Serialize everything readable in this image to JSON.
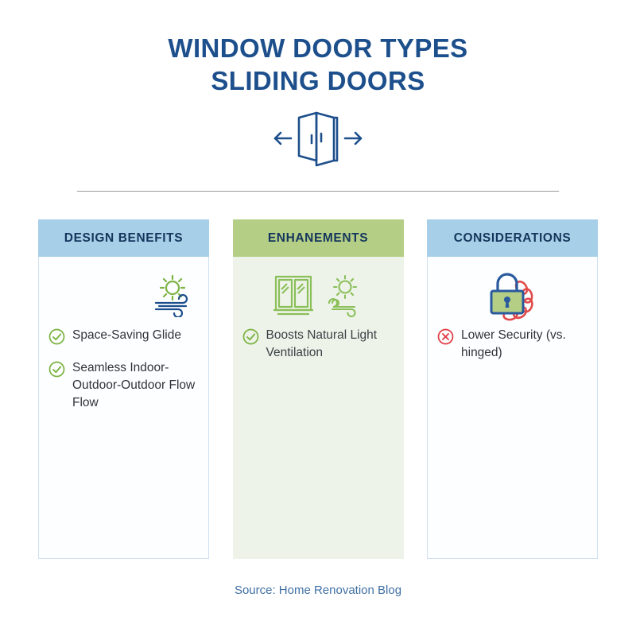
{
  "header": {
    "title_line1": "WINDOW DOOR TYPES",
    "title_line2": "SLIDING DOORS",
    "icon": "sliding-door-arrows-icon"
  },
  "colors": {
    "title_blue": "#1d4f8c",
    "header_blue": "#a8cfe8",
    "header_green": "#b5ce86",
    "card_green_fill": "#eef3e9",
    "card_border": "#cfe0f0",
    "check_green": "#7cb342",
    "cross_red": "#e03b44",
    "body_text": "#2f3438",
    "footer_blue": "#3f6fa3"
  },
  "columns": [
    {
      "id": "design-benefits",
      "header": "DESIGN BENEFITS",
      "style": "blue",
      "decor_icons": [
        "sun-wind-icon"
      ],
      "items": [
        {
          "marker": "check-icon",
          "text": "Space-Saving Glide"
        },
        {
          "marker": "check-icon",
          "text": "Seamless Indoor-Outdoor-Outdoor Flow Flow"
        }
      ]
    },
    {
      "id": "enhancements",
      "header": "ENHANEMENTS",
      "style": "green",
      "decor_icons": [
        "window-icon",
        "sun-wind-icon"
      ],
      "items": [
        {
          "marker": "check-icon",
          "text": "Boosts Natural Light Ventilation"
        }
      ]
    },
    {
      "id": "considerations",
      "header": "CONSIDERATIONS",
      "style": "blue",
      "decor_icons": [
        "padlock-chain-icon"
      ],
      "items": [
        {
          "marker": "cross-icon",
          "text": "Lower Security (vs. hinged)"
        }
      ]
    }
  ],
  "footer": {
    "source": "Source: Home Renovation Blog"
  }
}
